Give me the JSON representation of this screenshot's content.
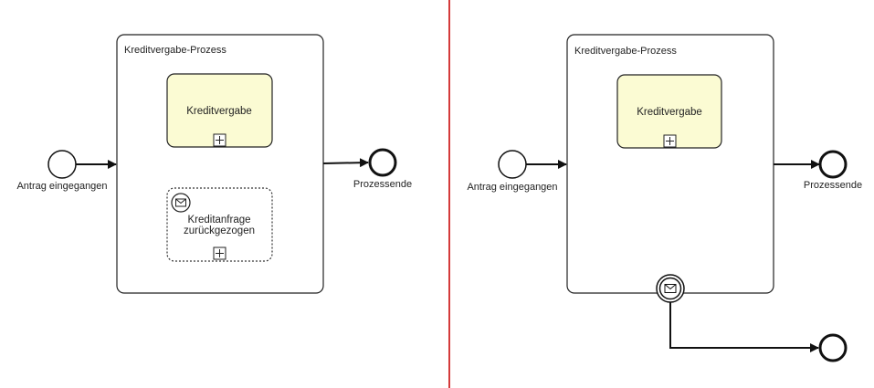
{
  "colors": {
    "task_fill": "#fbfbd3",
    "divider": "#d43b3b",
    "stroke": "#111111"
  },
  "left": {
    "subprocess_title": "Kreditvergabe-Prozess",
    "start_label": "Antrag eingegangen",
    "end_label": "Prozessende",
    "task_label": "Kreditvergabe",
    "event_subprocess_label_line1": "Kreditanfrage",
    "event_subprocess_label_line2": "zurückgezogen",
    "event_subprocess_trigger_icon": "envelope-icon"
  },
  "right": {
    "subprocess_title": "Kreditvergabe-Prozess",
    "start_label": "Antrag eingegangen",
    "end_label": "Prozessende",
    "task_label": "Kreditvergabe",
    "boundary_event_icon": "envelope-icon"
  }
}
